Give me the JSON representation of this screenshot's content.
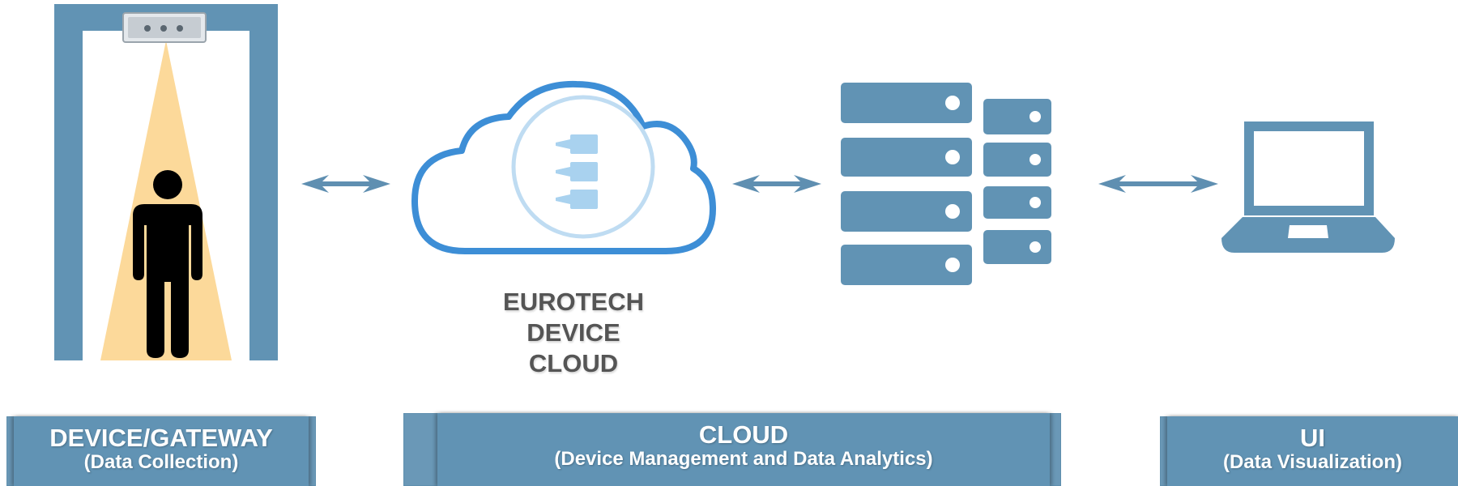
{
  "cloud_caption": [
    "EUROTECH",
    "DEVICE",
    "CLOUD"
  ],
  "panels": [
    {
      "title": "DEVICE/GATEWAY",
      "subtitle": "(Data Collection)"
    },
    {
      "title": "CLOUD",
      "subtitle": "(Device Management and Data Analytics)"
    },
    {
      "title": "UI",
      "subtitle": "(Data Visualization)"
    }
  ],
  "icons": {
    "door": "doorway-frame-icon",
    "sensor": "ceiling-sensor-icon",
    "person": "person-icon",
    "cloud": "cloud-icon",
    "servers": "server-rack-icon",
    "laptop": "laptop-icon",
    "arrows": "double-arrow-icon"
  },
  "colors": {
    "primary": "#6193b4",
    "cloud_blue": "#3d8ed6",
    "beam": "#fcd99a",
    "caption_gray": "#555555"
  }
}
